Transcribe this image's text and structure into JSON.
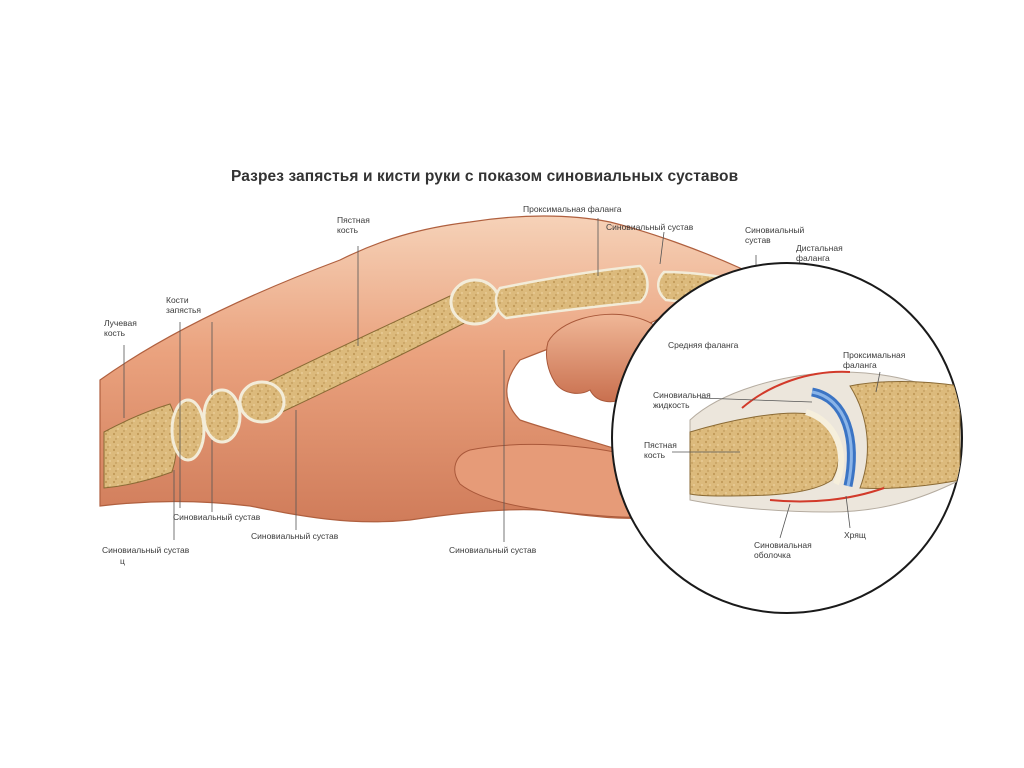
{
  "title": "Разрез запястья и кисти руки с показом синовиальных суставов",
  "labels": {
    "radius": [
      "Лучевая",
      "кость"
    ],
    "carpal": [
      "Кости",
      "запястья"
    ],
    "metacarpal": [
      "Пястная",
      "кость"
    ],
    "proximal_phalanx": "Проксимальная фаланга",
    "synovial_joint_top": "Синовиальный сустав",
    "synovial_joint_tip": [
      "Синовиальный",
      "сустав"
    ],
    "distal_phalanx": [
      "Дистальная",
      "фаланга"
    ],
    "middle_phalanx": "Средняя фаланга",
    "synovial_joint_1": "Синовиальный сустав",
    "synovial_joint_2": "Синовиальный сустав",
    "synovial_joint_3": "Синовиальный сустав",
    "synovial_joint_4": "Синовиальный сустав",
    "joint_note": "ц"
  },
  "inset_labels": {
    "proximal_phalanx": [
      "Проксимальная",
      "фаланга"
    ],
    "synovial_fluid": [
      "Синовиальная",
      "жидкость"
    ],
    "metacarpal": [
      "Пястная",
      "кость"
    ],
    "cartilage": "Хрящ",
    "synovial_membrane": [
      "Синовиальная",
      "оболочка"
    ]
  },
  "colors": {
    "skin": "#e9a581",
    "skin_shadow": "#c97555",
    "bone": "#d9b677",
    "bone_dark": "#b08a4a",
    "cartilage": "#f3ecd9",
    "synovial_fluid": "#3b74c4",
    "membrane": "#d23a2a"
  }
}
